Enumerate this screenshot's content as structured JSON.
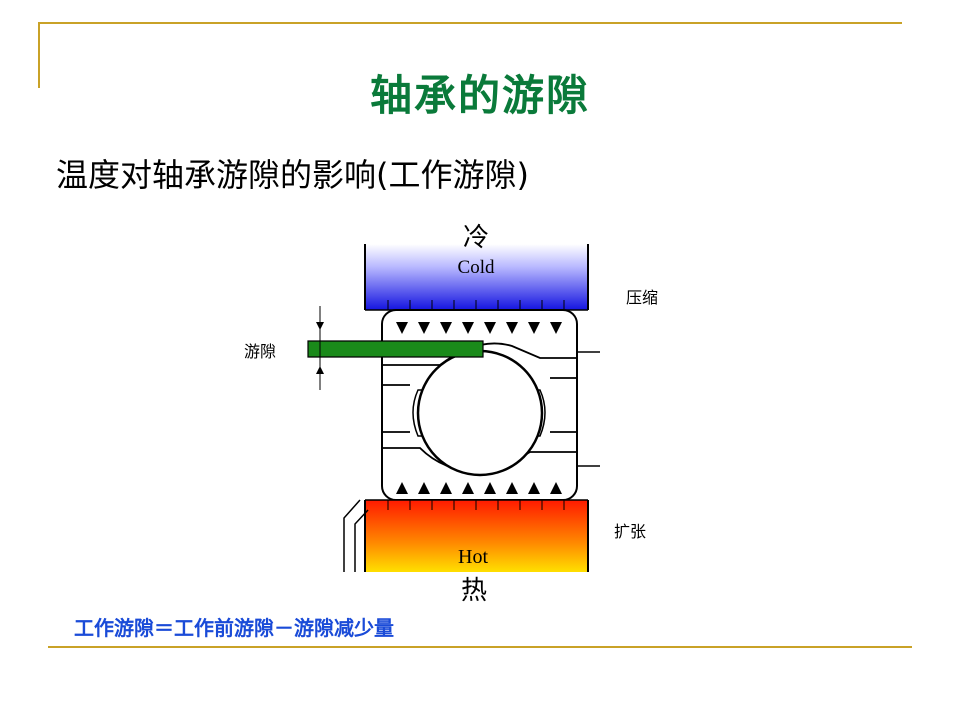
{
  "slide": {
    "title": "轴承的游隙",
    "subtitle": "温度对轴承游隙的影响(工作游隙)",
    "formula": "工作游隙＝工作前游隙－游隙减少量"
  },
  "diagram": {
    "cold_cn": "冷",
    "cold_en": "Cold",
    "hot_cn": "热",
    "hot_en": "Hot",
    "compress": "压缩",
    "expand": "扩张",
    "clearance": "游隙"
  },
  "colors": {
    "title": "#0a7a3a",
    "formula": "#1a4bd8",
    "rule": "#c9a227",
    "cold_top": "#ffffff",
    "cold_bottom": "#2020e0",
    "hot_top": "#ff2a00",
    "hot_bottom": "#ffd200",
    "clearance_bar": "#1a8a1a"
  }
}
